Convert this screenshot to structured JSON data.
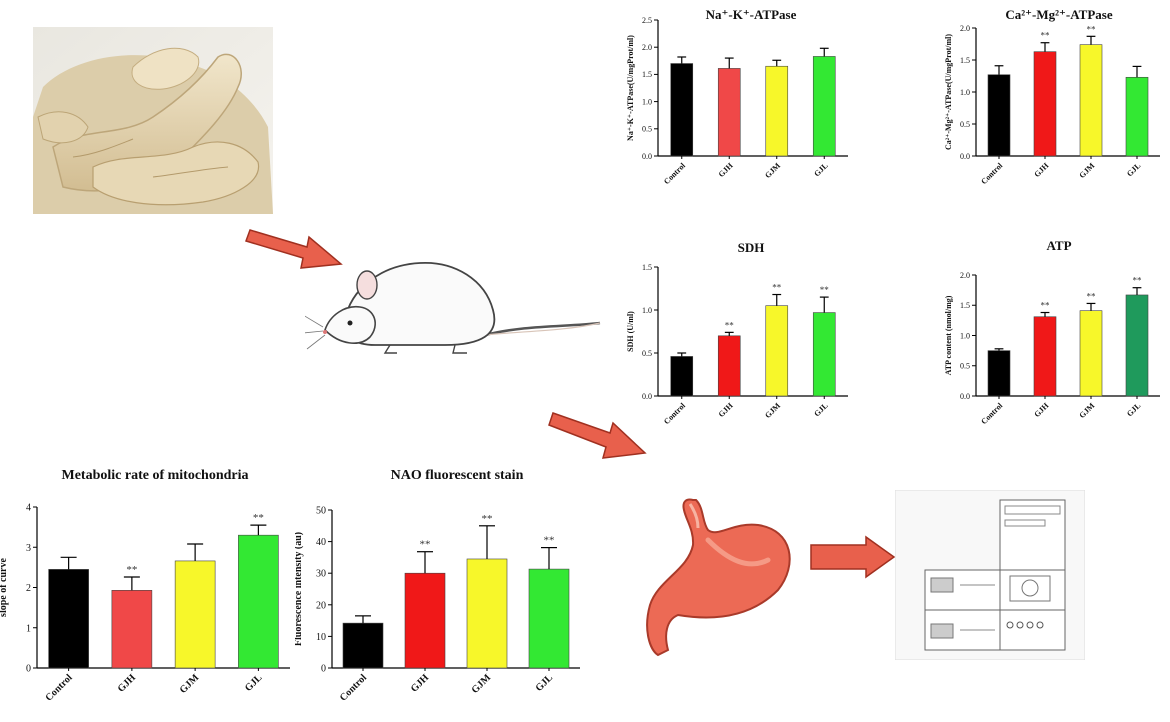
{
  "chart_data": [
    {
      "id": "na_k",
      "type": "bar",
      "title": "Na⁺-K⁺-ATPase",
      "ylabel": "Na⁺-K⁺-ATPase(U/mgProt/ml)",
      "categories": [
        "Control",
        "GJH",
        "GJM",
        "GJL"
      ],
      "values": [
        1.7,
        1.61,
        1.65,
        1.83
      ],
      "errors": [
        0.12,
        0.19,
        0.11,
        0.15
      ],
      "significance": [
        "",
        "",
        "",
        ""
      ],
      "colors": [
        "#000000",
        "#f04848",
        "#f7f72a",
        "#33e833"
      ],
      "ylim": [
        0,
        2.5
      ],
      "yticks": [
        "0.0",
        "0.5",
        "1.0",
        "1.5",
        "2.0",
        "2.5"
      ]
    },
    {
      "id": "ca_mg",
      "type": "bar",
      "title": "Ca²⁺-Mg²⁺-ATPase",
      "ylabel": "Ca²⁺-Mg²⁺-ATPase(U/mgProt/ml)",
      "categories": [
        "Control",
        "GJH",
        "GJM",
        "GJL"
      ],
      "values": [
        1.27,
        1.63,
        1.74,
        1.23
      ],
      "errors": [
        0.14,
        0.14,
        0.13,
        0.17
      ],
      "significance": [
        "",
        "**",
        "**",
        ""
      ],
      "colors": [
        "#000000",
        "#f01818",
        "#f7f72a",
        "#33e833"
      ],
      "ylim": [
        0,
        2.0
      ],
      "yticks": [
        "0.0",
        "0.5",
        "1.0",
        "1.5",
        "2.0"
      ]
    },
    {
      "id": "sdh",
      "type": "bar",
      "title": "SDH",
      "ylabel": "SDH (U/ml)",
      "categories": [
        "Control",
        "GJH",
        "GJM",
        "GJL"
      ],
      "values": [
        0.46,
        0.7,
        1.05,
        0.97
      ],
      "errors": [
        0.04,
        0.04,
        0.13,
        0.18
      ],
      "significance": [
        "",
        "**",
        "**",
        "**"
      ],
      "colors": [
        "#000000",
        "#f01818",
        "#f7f72a",
        "#33e833"
      ],
      "ylim": [
        0,
        1.5
      ],
      "yticks": [
        "0.0",
        "0.5",
        "1.0",
        "1.5"
      ]
    },
    {
      "id": "atp",
      "type": "bar",
      "title": "ATP",
      "ylabel": "ATP content (nmol/mg)",
      "categories": [
        "Control",
        "GJH",
        "GJM",
        "GJL"
      ],
      "values": [
        0.75,
        1.31,
        1.41,
        1.67
      ],
      "errors": [
        0.03,
        0.07,
        0.12,
        0.12
      ],
      "significance": [
        "",
        "**",
        "**",
        "**"
      ],
      "colors": [
        "#000000",
        "#f01818",
        "#f7f72a",
        "#1f9a5c"
      ],
      "ylim": [
        0,
        2.0
      ],
      "yticks": [
        "0.0",
        "0.5",
        "1.0",
        "1.5",
        "2.0"
      ]
    },
    {
      "id": "metabolic",
      "type": "bar",
      "title": "Metabolic rate of mitochondria",
      "ylabel": "slope of curve",
      "categories": [
        "Control",
        "GJH",
        "GJM",
        "GJL"
      ],
      "values": [
        2.45,
        1.93,
        2.66,
        3.3
      ],
      "errors": [
        0.3,
        0.33,
        0.42,
        0.25
      ],
      "significance": [
        "",
        "**",
        "",
        "**"
      ],
      "colors": [
        "#000000",
        "#f04848",
        "#f7f72a",
        "#33e833"
      ],
      "ylim": [
        0,
        4
      ],
      "yticks": [
        "0",
        "1",
        "2",
        "3",
        "4"
      ]
    },
    {
      "id": "nao",
      "type": "bar",
      "title": "NAO fluorescent stain",
      "ylabel": "Fluorescence intensity (au)",
      "categories": [
        "Control",
        "GJH",
        "GJM",
        "GJL"
      ],
      "values": [
        14.2,
        30.0,
        34.5,
        31.3
      ],
      "errors": [
        2.3,
        6.8,
        10.5,
        6.8
      ],
      "significance": [
        "",
        "**",
        "**",
        "**"
      ],
      "colors": [
        "#000000",
        "#f01818",
        "#f7f72a",
        "#33e833"
      ],
      "ylim": [
        0,
        50
      ],
      "yticks": [
        "0",
        "10",
        "20",
        "30",
        "40",
        "50"
      ]
    }
  ],
  "illustrations": {
    "ginger": "ginger-root-photo",
    "rat": "rat-drawing",
    "stomach": "stomach-drawing",
    "instrument": "lab-instrument-drawing",
    "arrow_color": "#e8604c"
  }
}
